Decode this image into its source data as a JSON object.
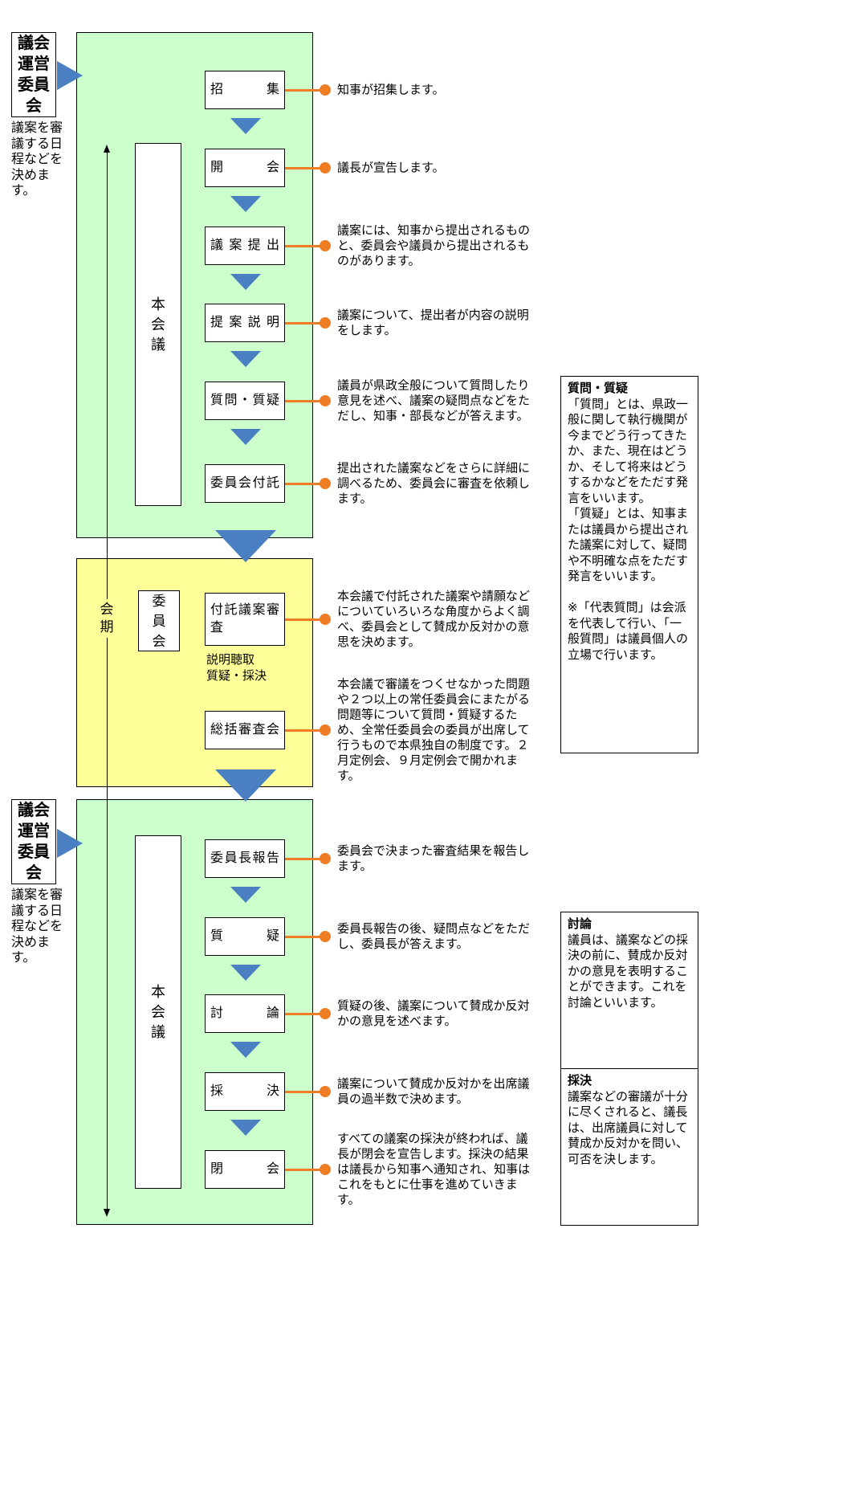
{
  "colors": {
    "green": "#ccffcc",
    "yellow": "#ffff99",
    "blue": "#4a7fc1",
    "orange": "#ee7d23"
  },
  "steering_top": {
    "title": "議会運営委員会",
    "note": "議案を審議する日程などを決めます。"
  },
  "steering_bottom": {
    "title": "議会運営委員会",
    "note": "議案を審議する日程などを決めます。"
  },
  "session": {
    "label": "会期"
  },
  "stage1": {
    "label": "本会議",
    "steps": [
      {
        "label": "招集",
        "annotation": "知事が招集します。"
      },
      {
        "label": "開会",
        "annotation": "議長が宣告します。"
      },
      {
        "label": "議案提出",
        "annotation": "議案には、知事から提出されるものと、委員会や議員から提出されるものがあります。"
      },
      {
        "label": "提案説明",
        "annotation": "議案について、提出者が内容の説明をします。"
      },
      {
        "label": "質問・質疑",
        "annotation": "議員が県政全般について質問したり意見を述べ、議案の疑問点などをただし、知事・部長などが答えます。"
      },
      {
        "label": "委員会付託",
        "annotation": "提出された議案などをさらに詳細に調べるため、委員会に審査を依頼します。"
      }
    ]
  },
  "stage2": {
    "label": "委員会",
    "steps": [
      {
        "label": "付託議案審査",
        "sub": "説明聴取\n質疑・採決",
        "annotation": "本会議で付託された議案や請願などについていろいろな角度からよく調べ、委員会として賛成か反対かの意思を決めます。"
      },
      {
        "label": "総括審査会",
        "annotation": "本会議で審議をつくせなかった問題や２つ以上の常任委員会にまたがる問題等について質問・質疑するため、全常任委員会の委員が出席して行うもので本県独自の制度です。２月定例会、９月定例会で開かれます。"
      }
    ]
  },
  "stage3": {
    "label": "本会議",
    "steps": [
      {
        "label": "委員長報告",
        "annotation": "委員会で決まった審査結果を報告します。"
      },
      {
        "label": "質疑",
        "annotation": "委員長報告の後、疑問点などをただし、委員長が答えます。"
      },
      {
        "label": "討論",
        "annotation": "質疑の後、議案について賛成か反対かの意見を述べます。"
      },
      {
        "label": "採決",
        "annotation": "議案について賛成か反対かを出席議員の過半数で決めます。"
      },
      {
        "label": "閉会",
        "annotation": "すべての議案の採決が終われば、議長が閉会を宣告します。採決の結果は議長から知事へ通知され、知事はこれをもとに仕事を進めていきます。"
      }
    ]
  },
  "sidebars": [
    {
      "title": "質問・質疑",
      "body": "「質問」とは、県政一般に関して執行機関が今までどう行ってきたか、また、現在はどうか、そして将来はどうするかなどをただす発言をいいます。\n「質疑」とは、知事または議員から提出された議案に対して、疑問や不明確な点をただす発言をいいます。\n\n※「代表質問」は会派を代表して行い、「一般質問」は議員個人の立場で行います。"
    },
    {
      "title": "討論",
      "body": "議員は、議案などの採決の前に、賛成か反対かの意見を表明することができます。これを討論といいます。"
    },
    {
      "title": "採決",
      "body": "議案などの審議が十分に尽くされると、議長は、出席議員に対して賛成か反対かを問い、可否を決します。"
    }
  ]
}
